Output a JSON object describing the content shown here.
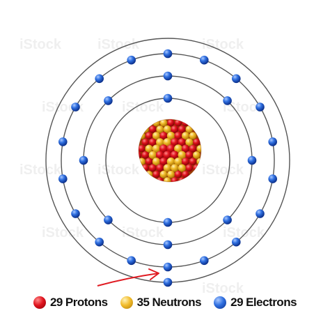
{
  "atom": {
    "shell_electron_counts": [
      2,
      8,
      18,
      1
    ],
    "nucleus_note": "mixed protons and neutrons"
  },
  "legend": {
    "protons": {
      "count": "29",
      "label": "Protons",
      "color": "#d4101a"
    },
    "neutrons": {
      "count": "35",
      "label": "Neutrons",
      "color": "#f0b82a"
    },
    "electrons": {
      "count": "29",
      "label": "Electrons",
      "color": "#1f5fd6"
    }
  },
  "watermark": "iStock",
  "colors": {
    "orbit": "#555555",
    "arrow": "#e01b22"
  }
}
